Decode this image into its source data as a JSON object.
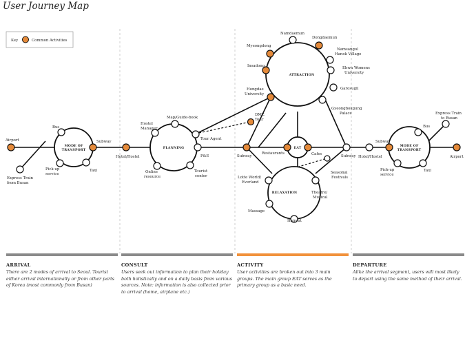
{
  "title": "User Journey Map",
  "key": {
    "label": "Key",
    "entry": "Common Activities"
  },
  "colors": {
    "accent": "#e58a3a",
    "line": "#111111",
    "divider": "#bdbdbd",
    "bar": "#8a8a8a",
    "bar_active": "#f1913b"
  },
  "hubs": {
    "mode1": [
      "MODE OF",
      "TRANSPORT"
    ],
    "planning": "PLANNING",
    "attraction": "ATTRACTION",
    "eat": "EAT",
    "relaxation": "RELAXATION",
    "mode2": [
      "MODE OF",
      "TRANSPORT"
    ]
  },
  "labels": {
    "airport1": "Airport",
    "bus1": "Bus",
    "subway1": "Subway",
    "pickup1": [
      "Pick-up",
      "service"
    ],
    "taxi1": "Taxi",
    "express1": [
      "Express Train",
      "from Busan"
    ],
    "hotel1": "Hotel/Hostel",
    "hostel_manager": [
      "Hostel",
      "Manager"
    ],
    "mapguide": "Map/Guide-book",
    "tour_agent": "Tour Agent",
    "online": [
      "Online",
      "resource"
    ],
    "tourist_center": [
      "Tourist",
      "center"
    ],
    "pe": "P&E",
    "dmz": [
      "DMZ",
      "Tour"
    ],
    "subway2": "Subway",
    "namdaemun": "Namdaemun",
    "dongdaemun": "Dongdaemun",
    "myeongdong": "Myeongdong",
    "namsangol": [
      "Namsangol",
      "Hanok Village"
    ],
    "insadong": "Insadong",
    "ewha": [
      "Ehwa Womens",
      "University"
    ],
    "garosugil": "Garosugil",
    "hongdae": [
      "Hongdae",
      "University"
    ],
    "gyeongbok": [
      "Gyeongbokgung",
      "Palace"
    ],
    "restaurants": "Restaurants",
    "cafes": "Cafes",
    "subway3": "Subway",
    "lotte": [
      "Lotte World/",
      "Everland"
    ],
    "theatre": [
      "Theatre/",
      "Musical"
    ],
    "massage": "Massage",
    "haircut": "Haircut",
    "festivals": [
      "Seasonal",
      "Festivals"
    ],
    "hotel2": "Hotel/Hostel",
    "subway4": "Subway",
    "bus2": "Bus",
    "express2": [
      "Express Train",
      "to Busan"
    ],
    "pickup2": [
      "Pick-up",
      "service"
    ],
    "taxi2": "Taxi",
    "airport2": "Airport"
  },
  "sections": [
    {
      "heading": "ARRIVAL",
      "text": "There are 2 modes of arrival to Seoul. Tourist either arrival internationally or from other parts of Korea (most commonly from Busan)"
    },
    {
      "heading": "CONSULT",
      "text": "Users seek out information to plan their holiday both holistically and on a daily basis from various sources. Note: information is also collected prior to arrival (home, airplane etc.)"
    },
    {
      "heading": "ACTIVITY",
      "text": "User activities are broken out into 3 main groups. The main group EAT serves as the primary group as a basic need."
    },
    {
      "heading": "DEPARTURE",
      "text": "Alike the arrival segment, users will most likely to depart using the same method of their arrival."
    }
  ]
}
